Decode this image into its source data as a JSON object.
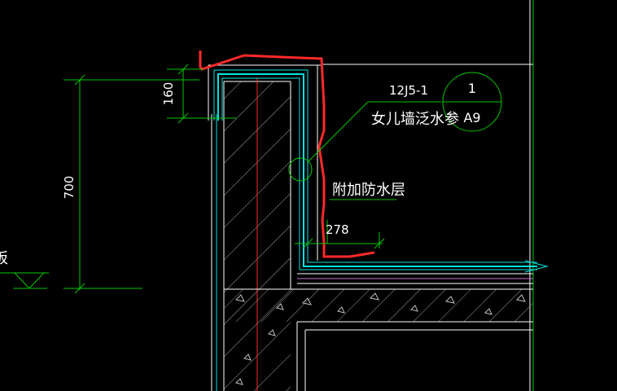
{
  "drawing": {
    "dimensions": {
      "parapet_height": "160",
      "total_height": "700",
      "horizontal_run": "278"
    },
    "reference": {
      "atlas_code": "12J5-1",
      "caption": "女儿墙泛水参",
      "detail_number": "1",
      "sheet_number": "A9"
    },
    "annotation": {
      "additional_waterproof_layer": "附加防水层"
    },
    "edge_text": "板",
    "colors": {
      "background": "#000000",
      "dimension_line": "#00c800",
      "membrane": "#00e5e5",
      "highlight": "#ff2a2a",
      "hatch": "#a8a8a8",
      "text": "#ffffff"
    }
  }
}
